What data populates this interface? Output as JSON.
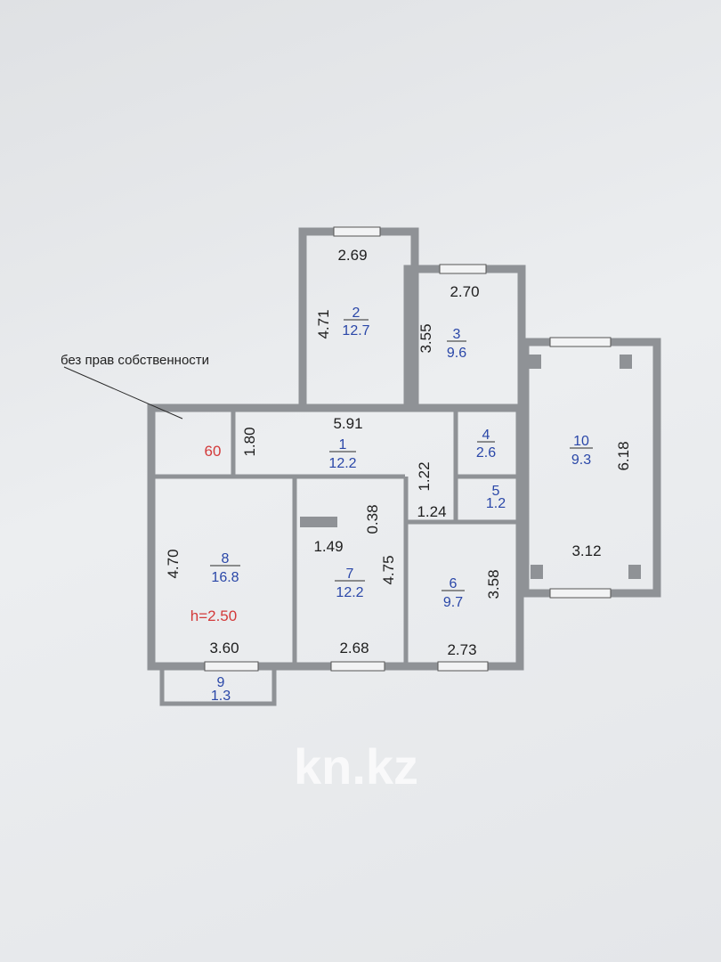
{
  "annotation": "без прав собственности",
  "watermark": "kn.kz",
  "ceiling_height": "h=2.50",
  "storage_area": "60",
  "rooms": [
    {
      "id": "1",
      "area": "12.2"
    },
    {
      "id": "2",
      "area": "12.7"
    },
    {
      "id": "3",
      "area": "9.6"
    },
    {
      "id": "4",
      "area": "2.6"
    },
    {
      "id": "5",
      "area": "1.2"
    },
    {
      "id": "6",
      "area": "9.7"
    },
    {
      "id": "7",
      "area": "12.2"
    },
    {
      "id": "8",
      "area": "16.8"
    },
    {
      "id": "9",
      "area": "1.3"
    },
    {
      "id": "10",
      "area": "9.3"
    }
  ],
  "dimensions": {
    "r2_w": "2.69",
    "r2_h": "4.71",
    "r3_w": "2.70",
    "r3_h": "3.55",
    "r1_w": "5.91",
    "r1_h": "1.80",
    "hall_h": "1.22",
    "hall_w": "1.24",
    "r7_closet_w": "1.49",
    "r7_closet_h": "0.38",
    "r7_h": "4.75",
    "r7_w": "2.68",
    "r8_h": "4.70",
    "r8_w": "3.60",
    "r6_h": "3.58",
    "r6_w": "2.73",
    "r10_h": "6.18",
    "r10_w": "3.12"
  }
}
